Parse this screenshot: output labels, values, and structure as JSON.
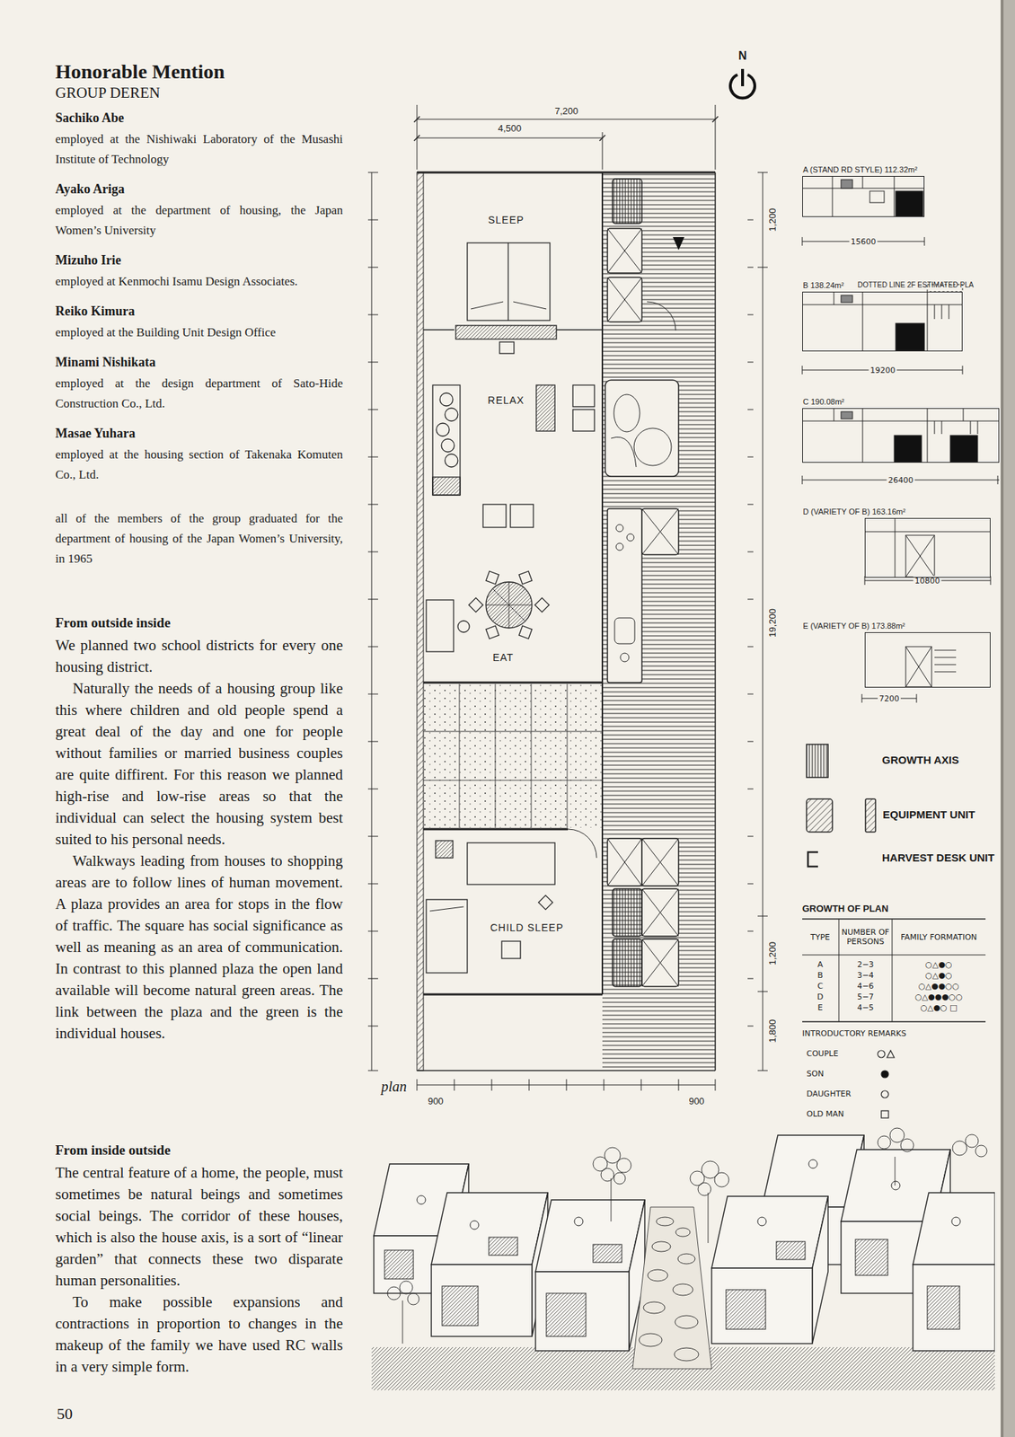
{
  "diagram": {
    "title": "Honorable Mention",
    "nodes": [
      {
        "text": [
          "SLEEP"
        ]
      },
      {
        "text": [
          "RELAX"
        ]
      },
      {
        "text": [
          "EAT"
        ]
      },
      {
        "text": [
          "CHILD SLEEP"
        ]
      },
      {
        "text": [
          "A (STAND RD STYLE) 112.32m²"
        ]
      },
      {
        "text": [
          "B 138.24m²",
          "DOTTED LINE 2F ESTIMATED PLA"
        ]
      },
      {
        "text": [
          "C 190.08m²"
        ]
      },
      {
        "text": [
          "D (VARIETY OF B) 163.16m²"
        ]
      },
      {
        "text": [
          "E (VARIETY OF B) 173.88m²"
        ]
      }
    ],
    "labels": [
      "GROUP DEREN",
      "Sachiko Abe",
      "employed at the Nishiwaki Laboratory of the Musashi Institute of Technology",
      "Ayako Ariga",
      "employed at the department of housing, the Japan Women’s University",
      "Mizuho Irie",
      "employed at Kenmochi Isamu Design Associates.",
      "Reiko Kimura",
      "employed at the Building Unit Design Office",
      "Minami Nishikata",
      "employed at the design department of Sato-Hide Construction Co., Ltd.",
      "Masae Yuhara",
      "employed at the housing section of Takenaka Komuten Co., Ltd.",
      "all of the members of the group graduated for the department of housing of the Japan Women’s University, in 1965",
      "From outside inside",
      "We planned two school districts for every one housing district.",
      "Naturally the needs of a housing group like this where children and old people spend a great deal of the day and one for people without families or married business couples are quite diffirent. For this reason we planned high-rise and low-rise areas so that the individual can select the housing system best suited to his personal needs.",
      "Walkways leading from houses to shopping areas are to follow lines of human movement. A plaza provides an area for stops in the flow of traffic. The square has social significance as well as meaning as an area of communication. In contrast to this planned plaza the open land available will become natural green areas. The link between the plaza and the green is the individual houses.",
      "From inside outside",
      "The central feature of a home, the people, must sometimes be natural beings and sometimes social beings. The corridor of these houses, which is also the house axis, is a sort of “linear garden” that connects these two disparate human personalities.",
      "To make possible expansions and contractions in proportion to changes in the makeup of the family we have used RC walls in a very simple form.",
      "50",
      "N",
      "7,200",
      "4,500",
      "1,200",
      "19,200",
      "1,200",
      "1,800",
      "plan",
      "900",
      "900",
      "15600",
      "19200",
      "26400",
      "10800",
      "7200",
      "GROWTH OF PLAN",
      "TYPE",
      "NUMBER OF PERSONS",
      "FAMILY FORMATION",
      "A",
      "2−3",
      "○△●○",
      "B",
      "3−4",
      "○△●○",
      "C",
      "4−6",
      "○△●●○○",
      "D",
      "5−7",
      "○△●●●○○",
      "E",
      "4−5",
      "○△●○ □",
      "INTRODUCTORY REMARKS"
    ],
    "legend": [
      {
        "text": "GROWTH AXIS"
      },
      {
        "text": "EQUIPMENT UNIT"
      },
      {
        "text": "HARVEST DESK UNIT"
      },
      {
        "text": "COUPLE"
      },
      {
        "text": "SON"
      },
      {
        "text": "DAUGHTER"
      },
      {
        "text": "OLD MAN"
      }
    ]
  }
}
